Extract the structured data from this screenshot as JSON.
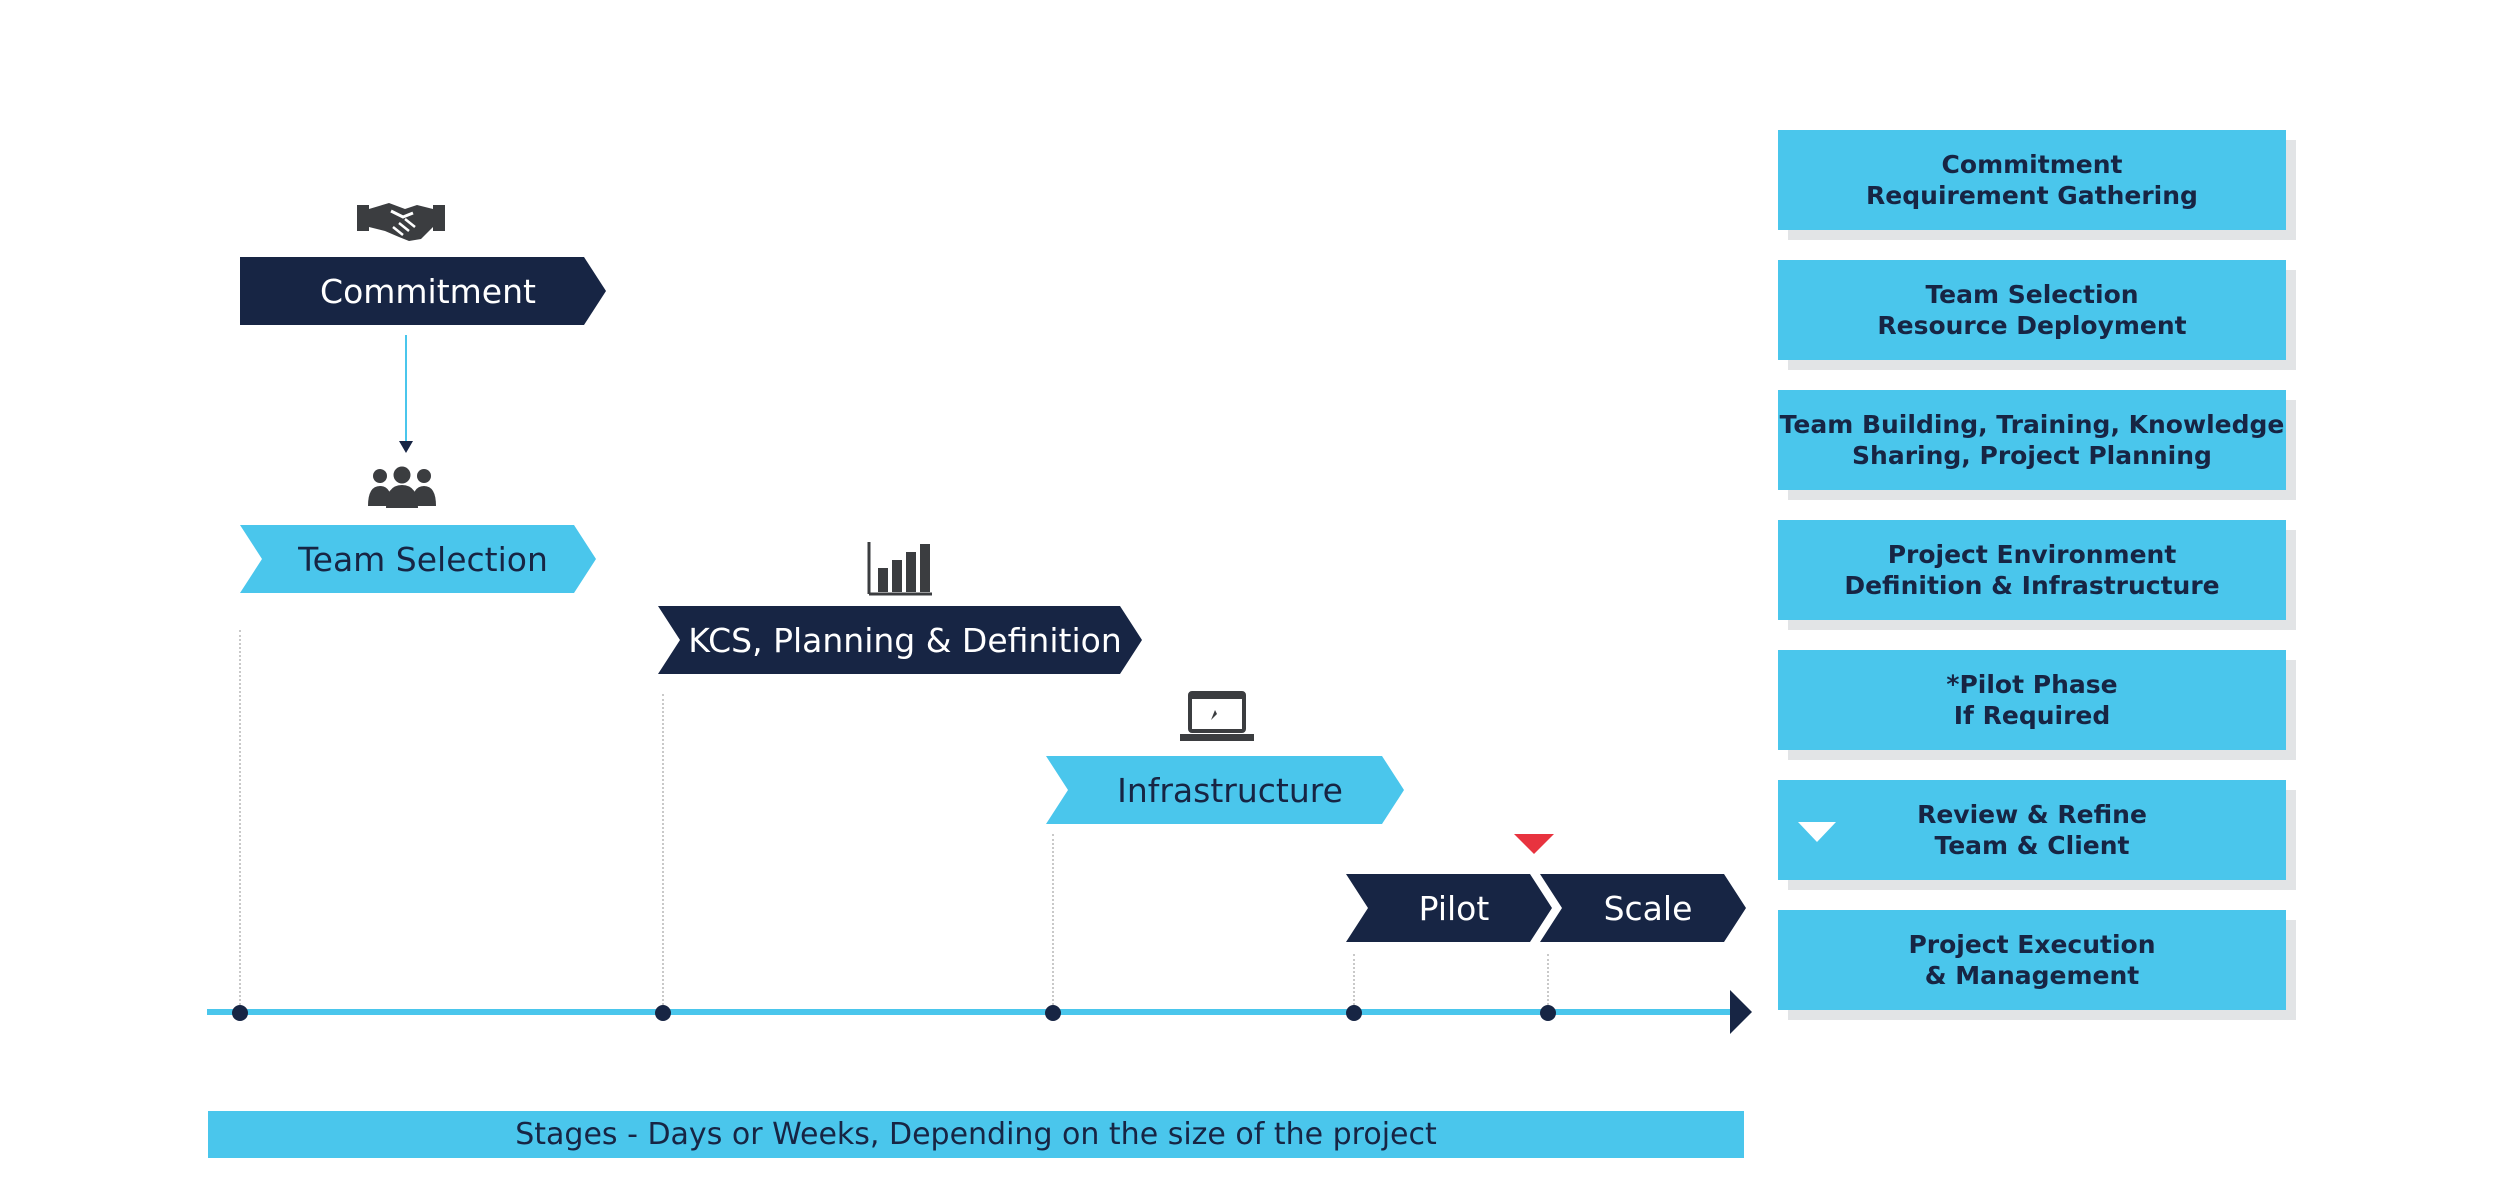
{
  "header": {
    "faded_title": ""
  },
  "stages": [
    {
      "label": "Commitment",
      "icon": "handshake-icon"
    },
    {
      "label": "Team Selection",
      "icon": "team-icon"
    },
    {
      "label": "KCS, Planning & Definition",
      "icon": "bar-chart-icon"
    },
    {
      "label": "Infrastructure",
      "icon": "laptop-icon"
    },
    {
      "label": "Pilot"
    },
    {
      "label": "Scale"
    }
  ],
  "panel": [
    {
      "line1": "Commitment",
      "line2": "Requirement Gathering"
    },
    {
      "line1": "Team Selection",
      "line2": "Resource Deployment"
    },
    {
      "line1": "Team Building, Training, Knowledge",
      "line2": "Sharing, Project Planning"
    },
    {
      "line1": "Project Environment",
      "line2": "Definition & Infrastructure"
    },
    {
      "line1": "*Pilot Phase",
      "line2": "If Required"
    },
    {
      "line1": "Review & Refine",
      "line2": "Team & Client"
    },
    {
      "line1": "Project Execution",
      "line2": "& Management"
    }
  ],
  "footer": {
    "banner": "Stages - Days or Weeks, Depending on the size of the project"
  },
  "colors": {
    "navy": "#172544",
    "sky": "#4ac6ec",
    "marker_red": "#e8333f"
  }
}
